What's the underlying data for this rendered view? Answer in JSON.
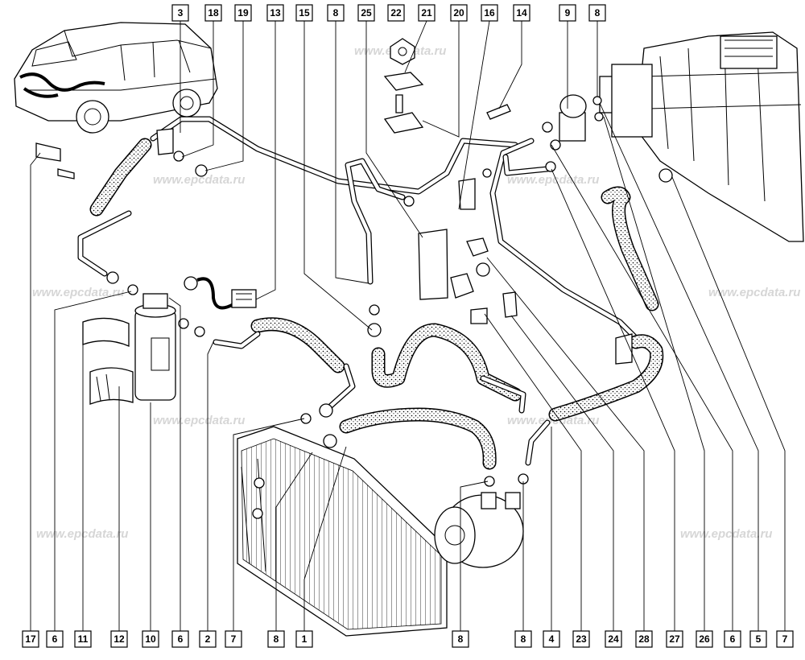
{
  "watermark": "www.epcdata.ru",
  "callouts_top": [
    "3",
    "18",
    "19",
    "13",
    "15",
    "8",
    "25",
    "22",
    "21",
    "20",
    "16",
    "14",
    "9",
    "8"
  ],
  "callouts_bottom": [
    "17",
    "6",
    "11",
    "12",
    "10",
    "6",
    "2",
    "7",
    "8",
    "1",
    "8",
    "8",
    "4",
    "23",
    "24",
    "28",
    "27",
    "26",
    "6",
    "5",
    "7"
  ]
}
